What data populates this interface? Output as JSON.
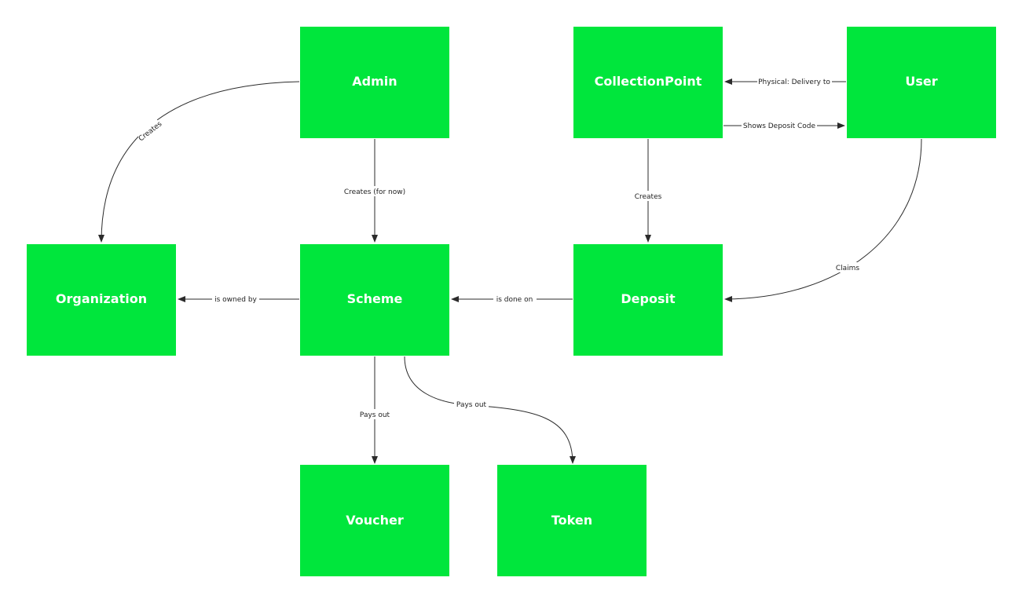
{
  "colors": {
    "node_fill": "#00e63c",
    "node_text": "#ffffff",
    "edge": "#2b2b2b",
    "edge_label_text": "#222222",
    "background": "#ffffff"
  },
  "nodes": {
    "admin": "Admin",
    "collection_point": "CollectionPoint",
    "user": "User",
    "organization": "Organization",
    "scheme": "Scheme",
    "deposit": "Deposit",
    "voucher": "Voucher",
    "token": "Token"
  },
  "edges": {
    "admin_creates_organization": "Creates",
    "admin_creates_scheme": "Creates (for now)",
    "user_delivery_to_collection_point": "Physical: Delivery to",
    "collection_point_shows_code_user": "Shows Deposit Code",
    "collection_point_creates_deposit": "Creates",
    "user_claims_deposit": "Claims",
    "scheme_owned_by_organization": "is owned by",
    "deposit_done_on_scheme": "is done on",
    "scheme_pays_voucher": "Pays out",
    "scheme_pays_token": "Pays out"
  }
}
